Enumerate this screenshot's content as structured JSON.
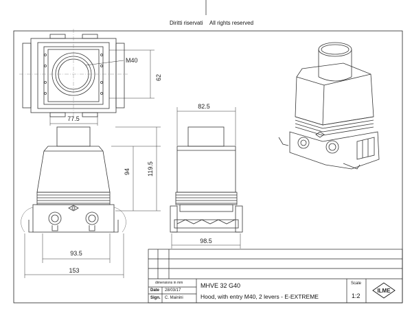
{
  "header": {
    "left_text": "Diritti riservati",
    "right_text": "All rights reserved"
  },
  "dimensions": {
    "d_m40": "M40",
    "d_62": "62",
    "d_77_5": "77.5",
    "d_82_5": "82.5",
    "d_94": "94",
    "d_119_5": "119.5",
    "d_93_5": "93.5",
    "d_98_5": "98.5",
    "d_153": "153"
  },
  "title_block": {
    "units_note": "dimensions in mm",
    "date_label": "Date",
    "date_value": "28/03/17",
    "sign_label": "Sign.",
    "sign_value": "C. Mainini",
    "part_code": "MHVE 32 G40",
    "description": "Hood, with  entry M40, 2 levers - E-EXTREME",
    "scale_label": "Scale",
    "scale_value": "1:2",
    "logo_text": "ILME"
  }
}
